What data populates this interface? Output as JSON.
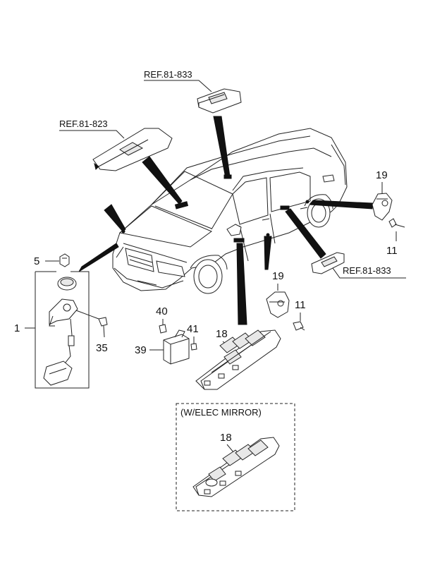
{
  "references": {
    "ref_81_833_top": "REF.81-833",
    "ref_81_823": "REF.81-823",
    "ref_81_833_right": "REF.81-833"
  },
  "callouts": {
    "p1": "1",
    "p5": "5",
    "p35": "35",
    "p40": "40",
    "p41": "41",
    "p39": "39",
    "p18_main": "18",
    "p18_mirror": "18",
    "p19_upper": "19",
    "p19_lower": "19",
    "p11_upper": "11",
    "p11_lower": "11"
  },
  "inset": {
    "title": "(W/ELEC MIRROR)"
  }
}
